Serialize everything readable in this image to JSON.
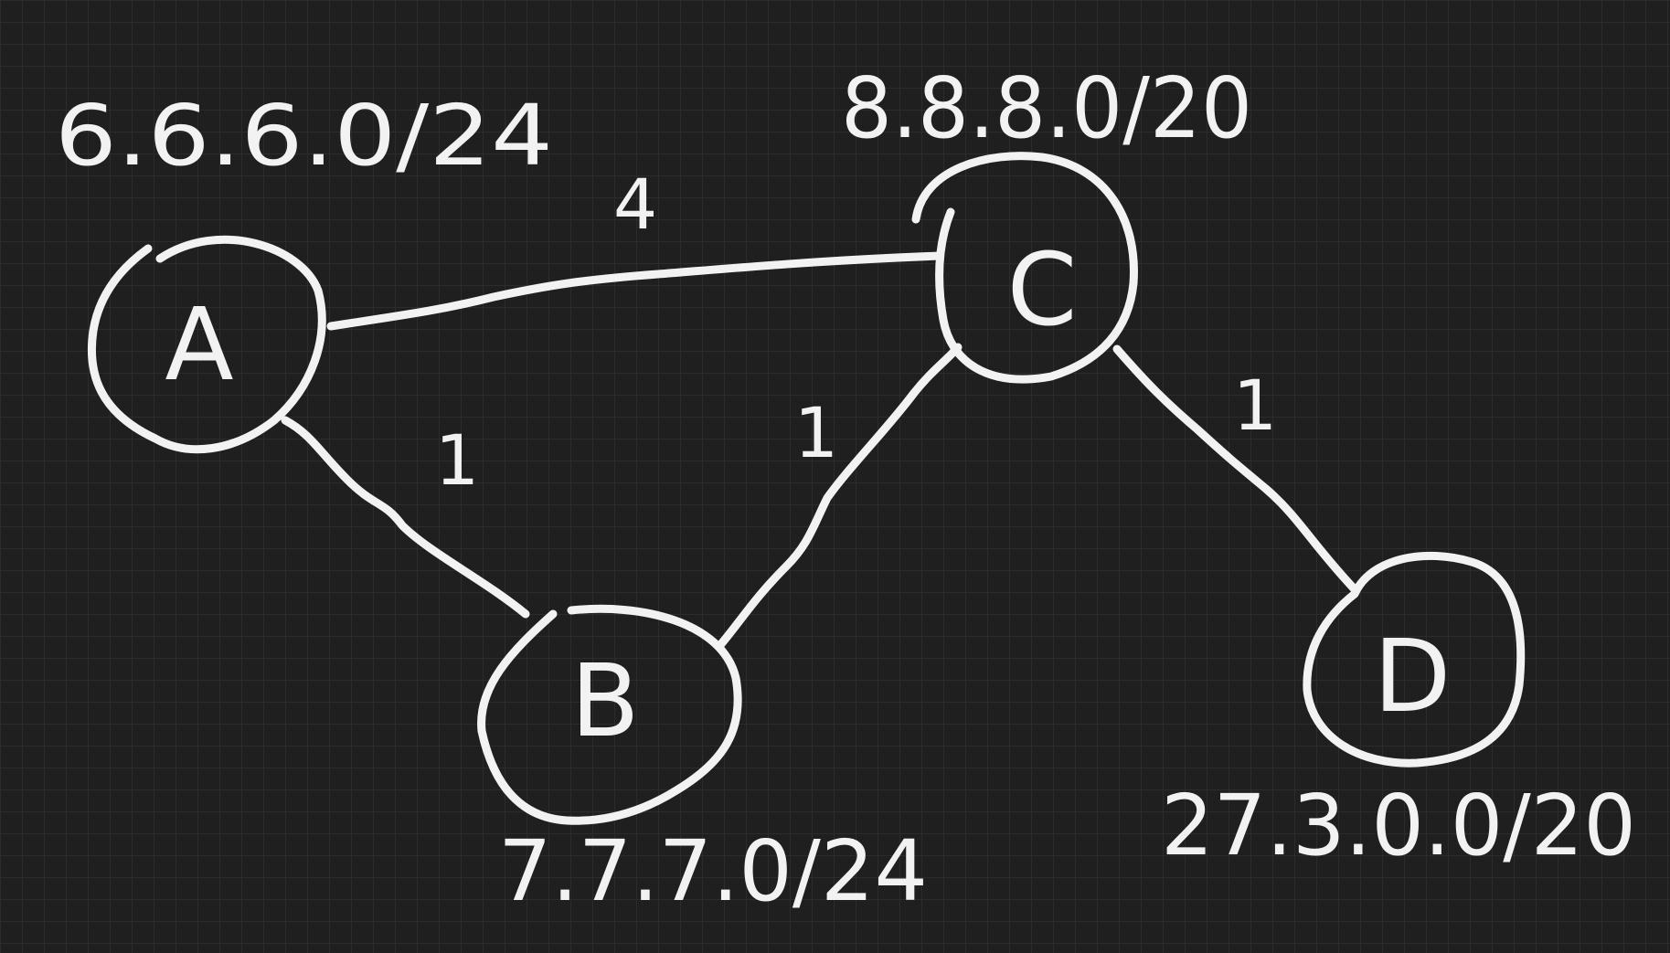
{
  "nodes": [
    {
      "id": "A",
      "label": "A",
      "subnet": "6.6.6.0/24"
    },
    {
      "id": "B",
      "label": "B",
      "subnet": "7.7.7.0/24"
    },
    {
      "id": "C",
      "label": "C",
      "subnet": "8.8.8.0/20"
    },
    {
      "id": "D",
      "label": "D",
      "subnet": "27.3.0.0/20"
    }
  ],
  "edges": [
    {
      "from": "A",
      "to": "C",
      "weight": "4"
    },
    {
      "from": "A",
      "to": "B",
      "weight": "1"
    },
    {
      "from": "B",
      "to": "C",
      "weight": "1"
    },
    {
      "from": "C",
      "to": "D",
      "weight": "1"
    }
  ],
  "colors": {
    "background": "#1f1f1f",
    "grid": "#2c2c2c",
    "ink": "#f2f2f2"
  }
}
